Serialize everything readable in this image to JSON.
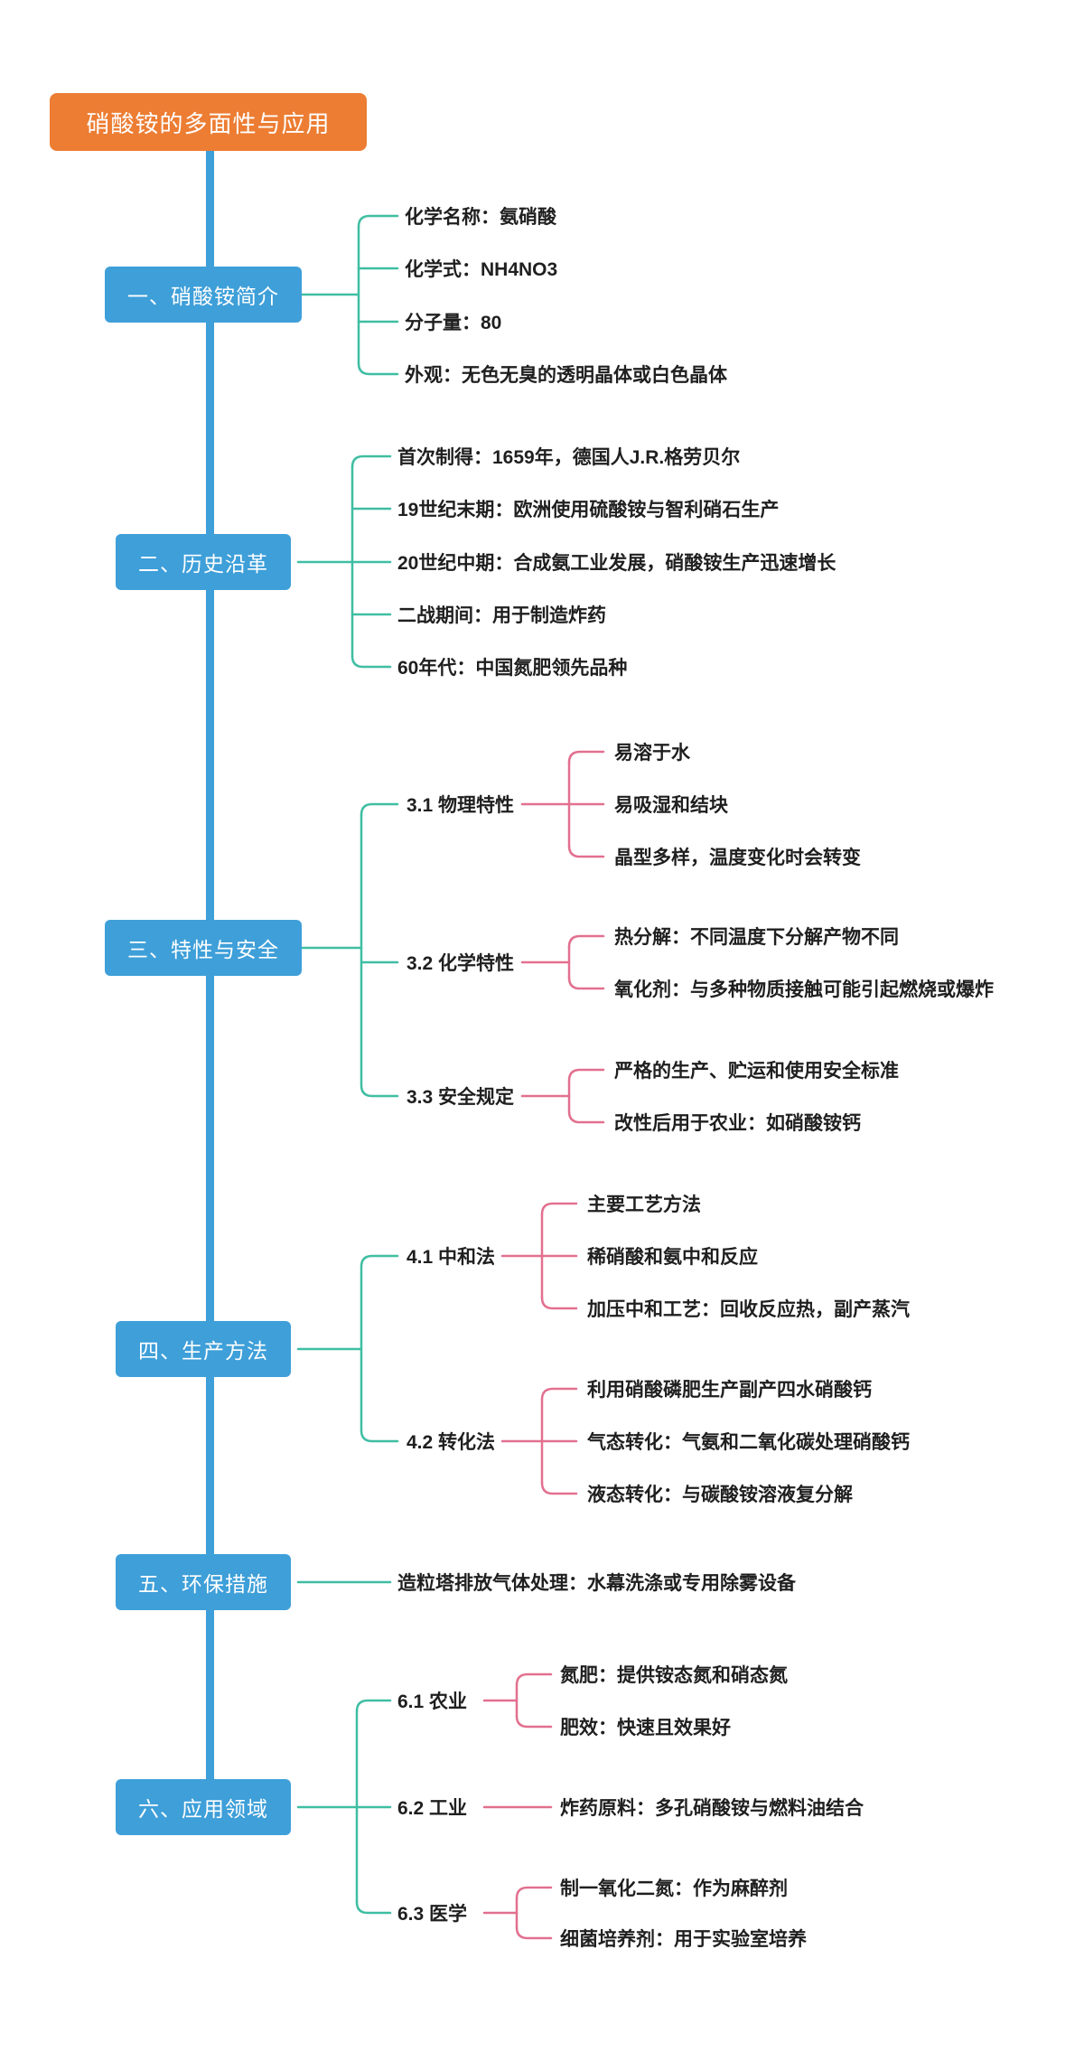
{
  "colors": {
    "root_fill": "#EC7D33",
    "branch_fill": "#3E9FD9",
    "trunk": "#3E9FD9",
    "teal_connector": "#3FBEA3",
    "pink_connector": "#E2708F",
    "leaf_text": "#1F1F1F",
    "node_text": "#FFFFFF"
  },
  "root": {
    "label": "硝酸铵的多面性与应用"
  },
  "branches": [
    {
      "label": "一、硝酸铵简介",
      "children": [
        "化学名称：氨硝酸",
        "化学式：NH4NO3",
        "分子量：80",
        "外观：无色无臭的透明晶体或白色晶体"
      ]
    },
    {
      "label": "二、历史沿革",
      "children": [
        "首次制得：1659年，德国人J.R.格劳贝尔",
        "19世纪末期：欧洲使用硫酸铵与智利硝石生产",
        "20世纪中期：合成氨工业发展，硝酸铵生产迅速增长",
        "二战期间：用于制造炸药",
        "60年代：中国氮肥领先品种"
      ]
    },
    {
      "label": "三、特性与安全",
      "subtopics": [
        {
          "label": "3.1 物理特性",
          "children": [
            "易溶于水",
            "易吸湿和结块",
            "晶型多样，温度变化时会转变"
          ]
        },
        {
          "label": "3.2 化学特性",
          "children": [
            "热分解：不同温度下分解产物不同",
            "氧化剂：与多种物质接触可能引起燃烧或爆炸"
          ]
        },
        {
          "label": "3.3 安全规定",
          "children": [
            "严格的生产、贮运和使用安全标准",
            "改性后用于农业：如硝酸铵钙"
          ]
        }
      ]
    },
    {
      "label": "四、生产方法",
      "subtopics": [
        {
          "label": "4.1 中和法",
          "children": [
            "主要工艺方法",
            "稀硝酸和氨中和反应",
            "加压中和工艺：回收反应热，副产蒸汽"
          ]
        },
        {
          "label": "4.2 转化法",
          "children": [
            "利用硝酸磷肥生产副产四水硝酸钙",
            "气态转化：气氨和二氧化碳处理硝酸钙",
            "液态转化：与碳酸铵溶液复分解"
          ]
        }
      ]
    },
    {
      "label": "五、环保措施",
      "children": [
        "造粒塔排放气体处理：水幕洗涤或专用除雾设备"
      ]
    },
    {
      "label": "六、应用领域",
      "subtopics": [
        {
          "label": "6.1 农业",
          "children": [
            "氮肥：提供铵态氮和硝态氮",
            "肥效：快速且效果好"
          ]
        },
        {
          "label": "6.2 工业",
          "children": [
            "炸药原料：多孔硝酸铵与燃料油结合"
          ]
        },
        {
          "label": "6.3 医学",
          "children": [
            "制一氧化二氮：作为麻醉剂",
            "细菌培养剂：用于实验室培养"
          ]
        }
      ]
    }
  ]
}
